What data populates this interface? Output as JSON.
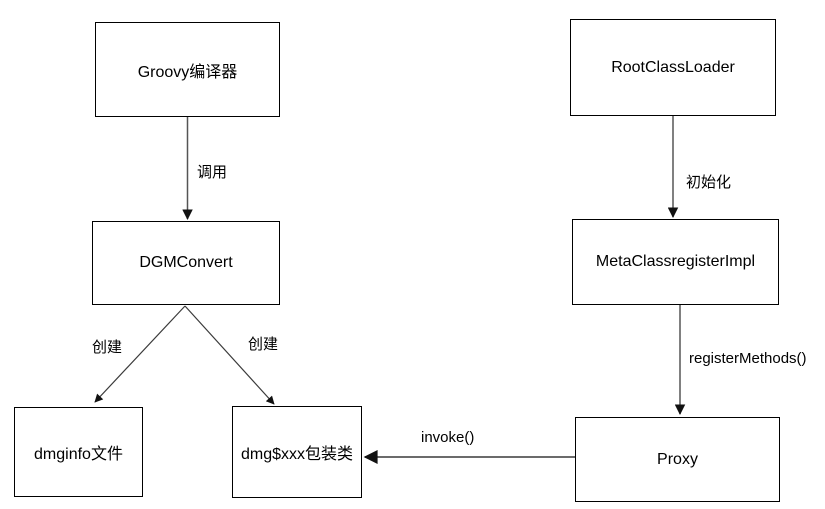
{
  "nodes": {
    "groovy_compiler": "Groovy编译器",
    "dgm_convert": "DGMConvert",
    "dmginfo_file": "dmginfo文件",
    "dmg_wrapper": "dmg$xxx包装类",
    "root_class_loader": "RootClassLoader",
    "meta_class_register_impl": "MetaClassregisterImpl",
    "proxy": "Proxy"
  },
  "edges": {
    "call": "调用",
    "create_left": "创建",
    "create_right": "创建",
    "init": "初始化",
    "register_methods": "registerMethods()",
    "invoke": "invoke()"
  },
  "colors": {
    "background": "#ffffff",
    "box_border": "#000000",
    "arrow_line": "#555555",
    "arrowhead": "#111111",
    "text": "#000000"
  }
}
